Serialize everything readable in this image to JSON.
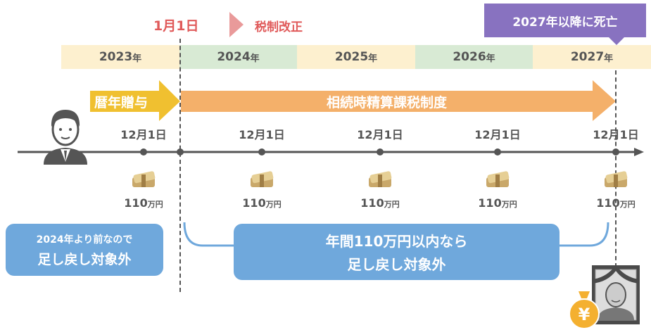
{
  "header": {
    "date": "1月1日",
    "event": "税制改正",
    "death_note": "2027年以降に死亡"
  },
  "years": [
    "2023",
    "2024",
    "2025",
    "2026",
    "2027"
  ],
  "year_suffix": "年",
  "arrows": {
    "annual_gift": "暦年贈与",
    "settlement_tax": "相続時精算課税制度"
  },
  "timeline": {
    "date_label": "12月1日",
    "amount": "110",
    "amount_unit": "万円"
  },
  "notes": {
    "left_line1": "2024年より前なので",
    "left_line2": "足し戻し対象外",
    "center_line1": "年間110万円以内なら",
    "center_line2": "足し戻し対象外"
  },
  "colors": {
    "red": "#e05a5a",
    "yellow_band": "#fdf0cf",
    "green_band": "#d8ead4",
    "gift_arrow": "#f0c030",
    "settlement_arrow": "#f4b06a",
    "blue": "#6fa8dc",
    "purple": "#8872c0"
  }
}
